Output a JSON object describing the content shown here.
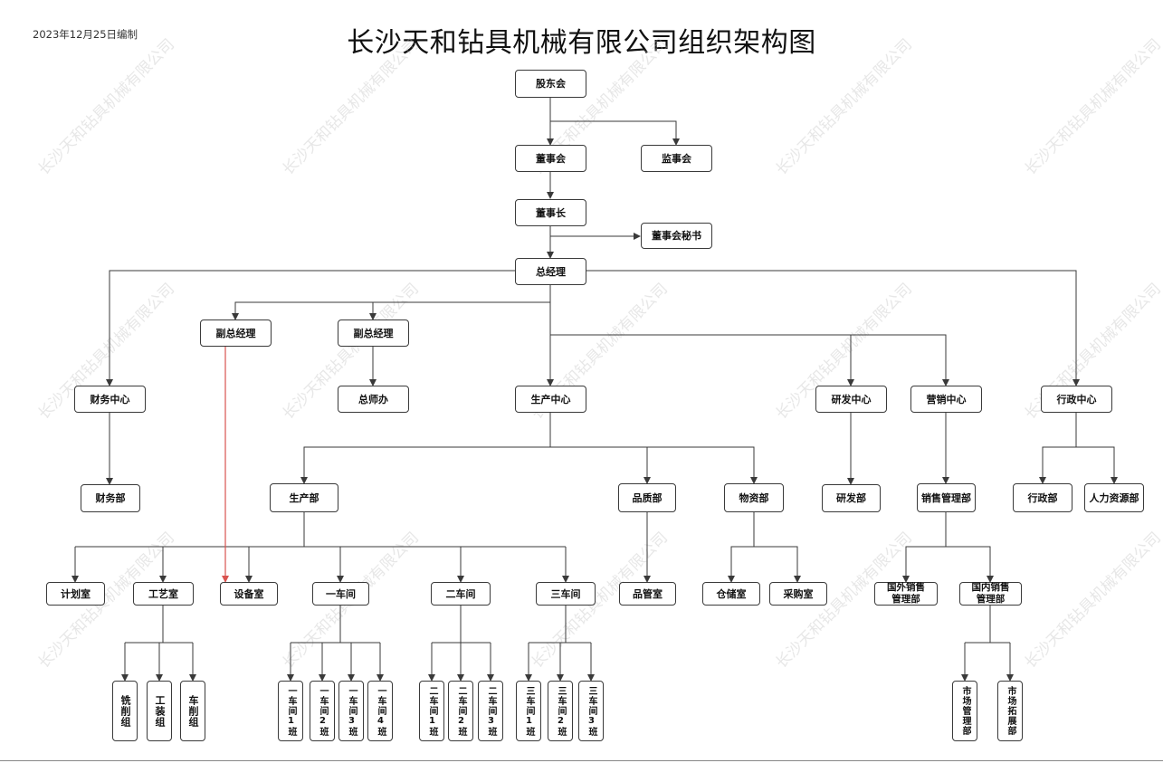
{
  "header": {
    "date": "2023年12月25日编制",
    "title": "长沙天和钻具机械有限公司组织架构图"
  },
  "watermark": "长沙天和钻具机械有限公司",
  "colors": {
    "line": "#3a3a3a",
    "highlight_arrow": "#d9534f"
  },
  "nodes": {
    "gudonghui": "股东会",
    "dongshihui": "董事会",
    "jianshihui": "监事会",
    "dongshizhang": "董事长",
    "mishu": "董事会秘书",
    "zongjingli": "总经理",
    "fuzong1": "副总经理",
    "fuzong2": "副总经理",
    "zongshiban": "总师办",
    "caiwuzhongxin": "财务中心",
    "caiwubu": "财务部",
    "shengchanzhongxin": "生产中心",
    "shengchanbu": "生产部",
    "pinzhibu": "品质部",
    "wuzibu": "物资部",
    "yanfazhongxin": "研发中心",
    "yanfabu": "研发部",
    "yingxiaozhongxin": "营销中心",
    "xiaoshouguanli": "销售管理部",
    "xingzhengzhongxin": "行政中心",
    "xingzhengbu": "行政部",
    "renliziyuan": "人力资源部",
    "jihuashi": "计划室",
    "gongyishi": "工艺室",
    "shebeishi": "设备室",
    "chejian1": "一车间",
    "chejian2": "二车间",
    "chejian3": "三车间",
    "pinguanshi": "品管室",
    "cangchushi": "仓储室",
    "caigoushi": "采购室",
    "guowai": "国外销售管理部",
    "guonei": "国内销售管理部",
    "xixiao": "铣削组",
    "gongzhuang": "工装组",
    "chexiao": "车削组",
    "c1b1": "一车间1班",
    "c1b2": "一车间2班",
    "c1b3": "一车间3班",
    "c1b4": "一车间4班",
    "c2b1": "二车间1班",
    "c2b2": "二车间2班",
    "c2b3": "二车间3班",
    "c3b1": "三车间1班",
    "c3b2": "三车间2班",
    "c3b3": "三车间3班",
    "shichangguanli": "市场管理部",
    "shichangtuozhan": "市场拓展部"
  }
}
